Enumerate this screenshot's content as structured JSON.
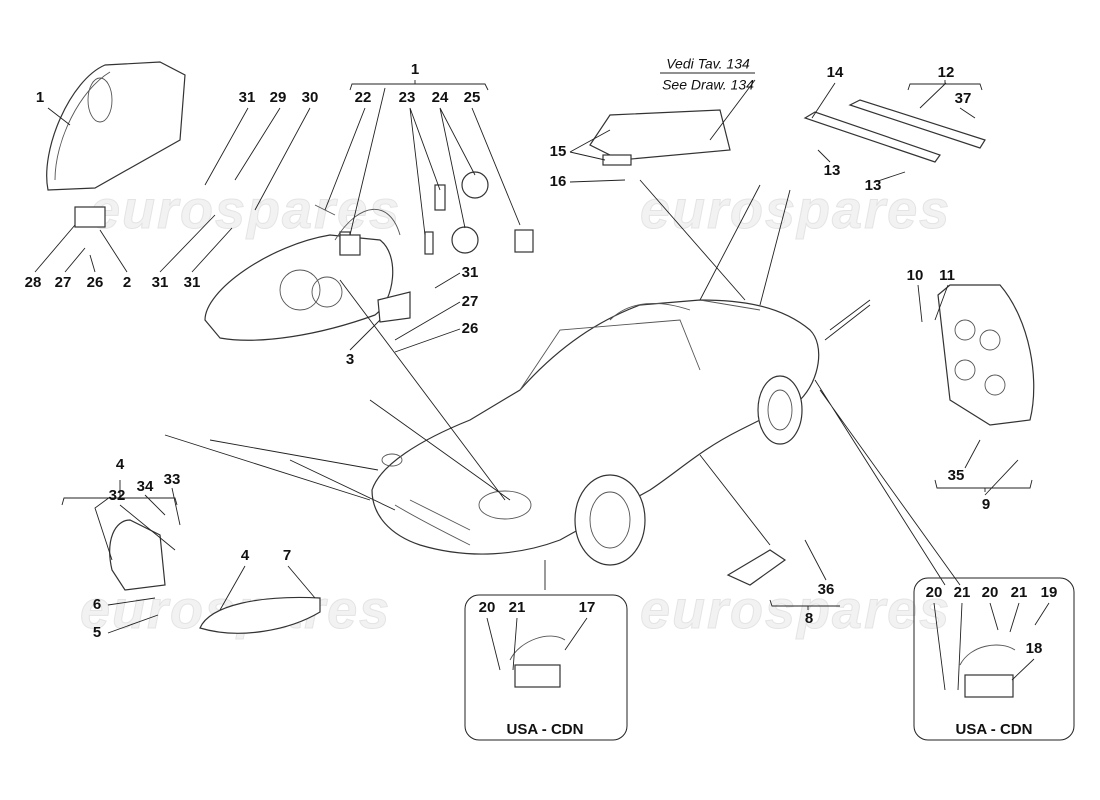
{
  "watermark": "eurospares",
  "reference": {
    "line1": "Vedi Tav. 134",
    "line2": "See Draw. 134"
  },
  "callouts": [
    "1",
    "31",
    "29",
    "30",
    "1",
    "22",
    "23",
    "24",
    "25",
    "28",
    "27",
    "26",
    "2",
    "31",
    "31",
    "31",
    "27",
    "26",
    "3",
    "15",
    "16",
    "14",
    "12",
    "37",
    "13",
    "13",
    "10",
    "11",
    "35",
    "9",
    "4",
    "34",
    "33",
    "32",
    "6",
    "5",
    "4",
    "7",
    "20",
    "21",
    "17",
    "36",
    "8",
    "20",
    "21",
    "20",
    "21",
    "19",
    "18"
  ],
  "insets": [
    {
      "label": "USA - CDN"
    },
    {
      "label": "USA - CDN"
    }
  ]
}
